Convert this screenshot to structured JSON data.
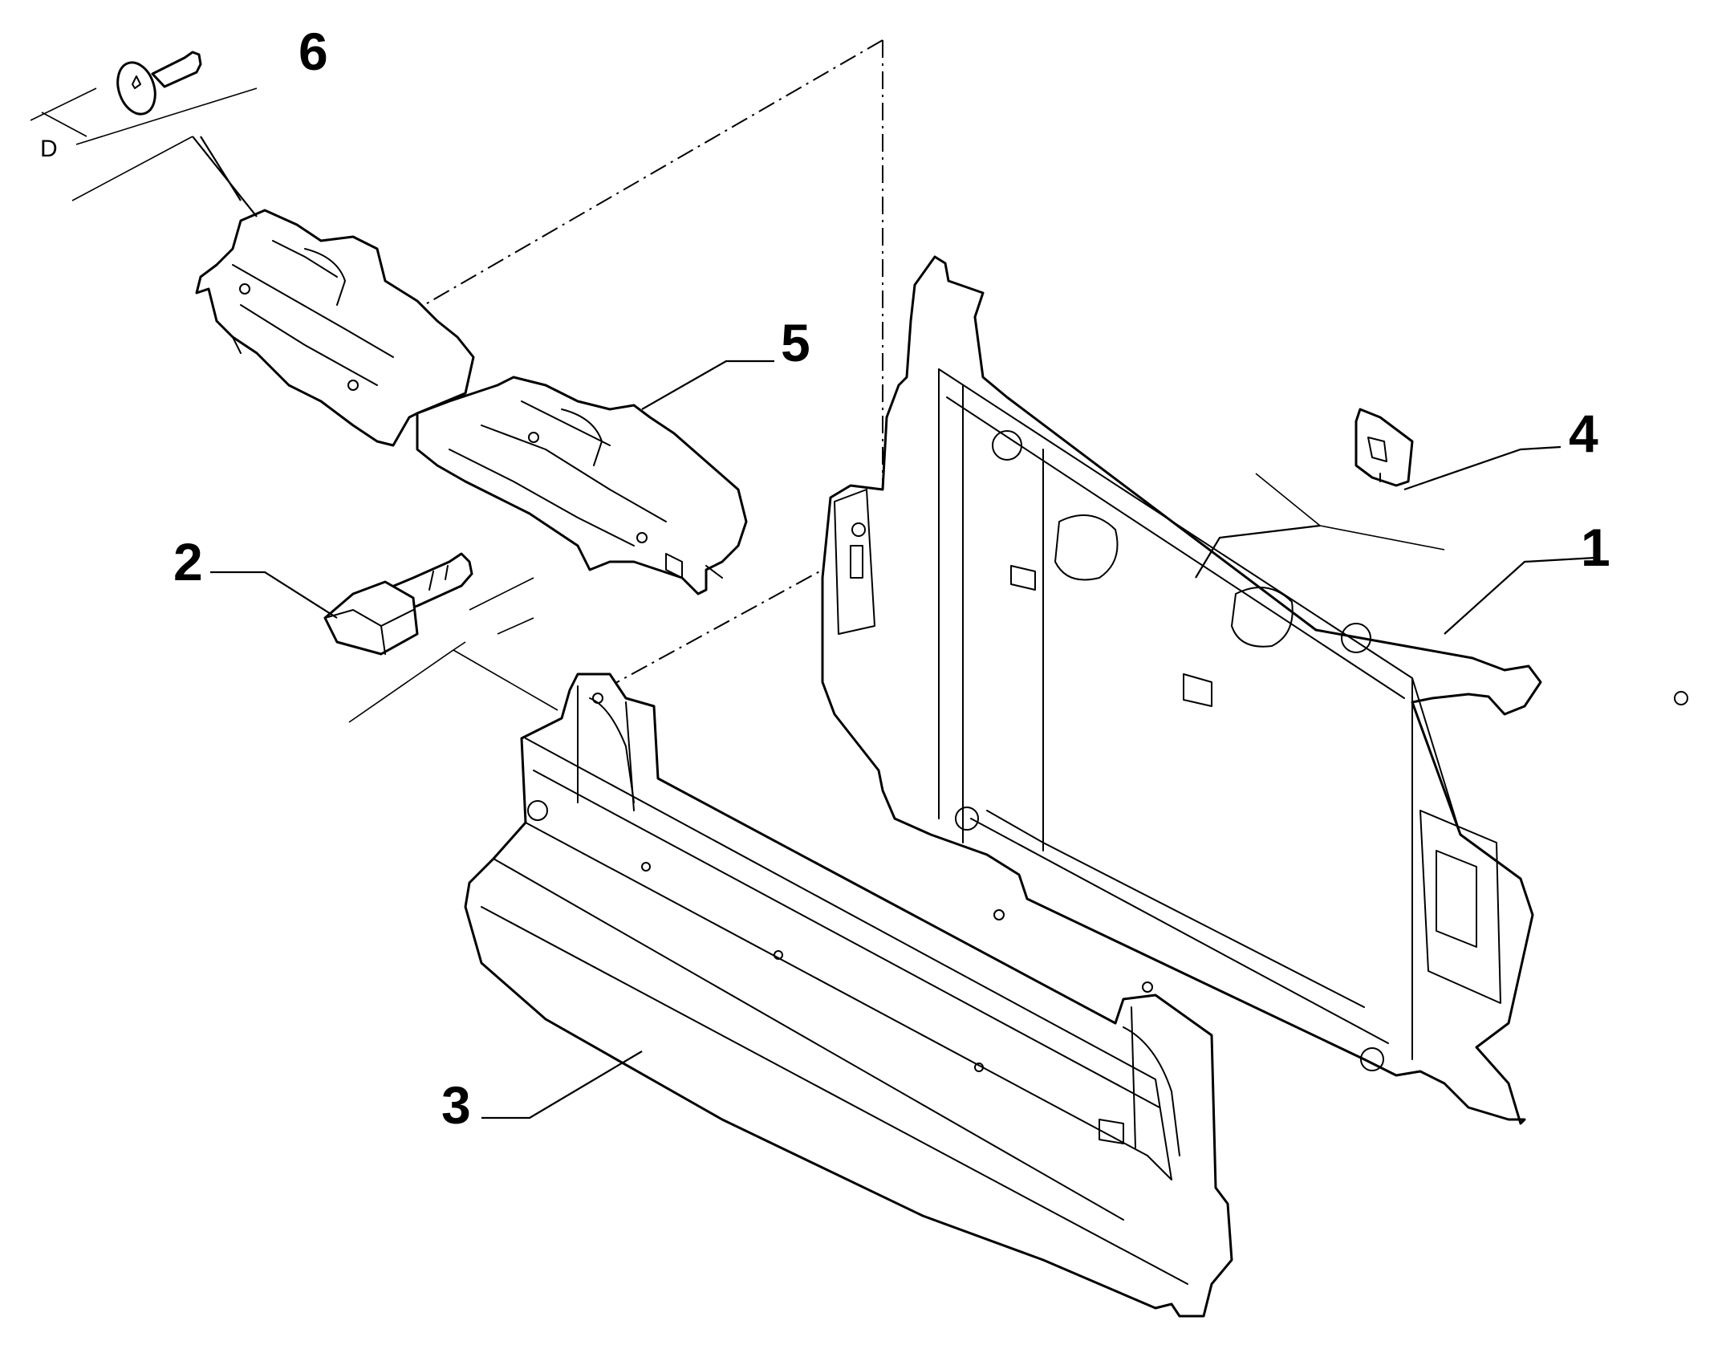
{
  "callouts": [
    {
      "id": "1",
      "label": "1"
    },
    {
      "id": "2",
      "label": "2"
    },
    {
      "id": "3",
      "label": "3"
    },
    {
      "id": "4",
      "label": "4"
    },
    {
      "id": "5",
      "label": "5"
    },
    {
      "id": "6",
      "label": "6"
    }
  ],
  "dimension_label": "D",
  "colors": {
    "line": "#000000",
    "background": "#ffffff"
  },
  "icons": [
    "screw-6",
    "bolt-2",
    "clip-4"
  ]
}
